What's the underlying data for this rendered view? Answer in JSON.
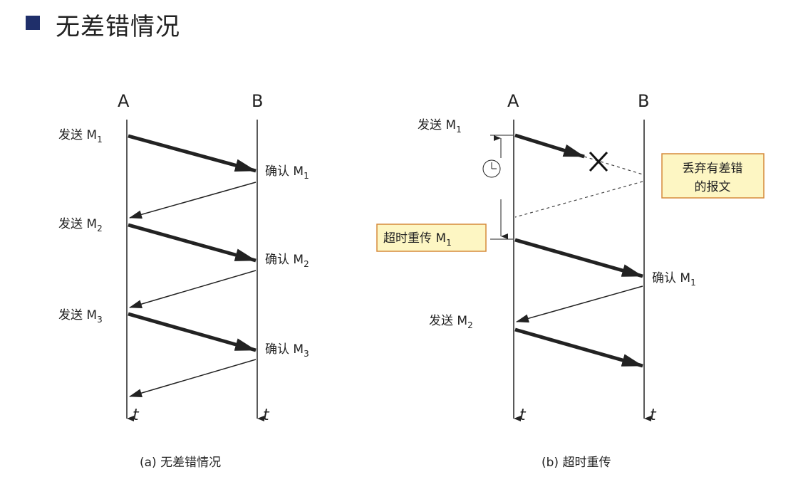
{
  "title": "无差错情况",
  "colors": {
    "bullet": "#1f2f6a",
    "callout_bg": "#fdf6c3",
    "callout_border": "#d58a3a",
    "line": "#222222"
  },
  "diagram_a": {
    "caption": "(a) 无差错情况",
    "label_A": "A",
    "label_B": "B",
    "time_A": "t",
    "time_B": "t",
    "send1": "发送 M",
    "send1_sub": "1",
    "ack1": "确认 M",
    "ack1_sub": "1",
    "send2": "发送 M",
    "send2_sub": "2",
    "ack2": "确认 M",
    "ack2_sub": "2",
    "send3": "发送 M",
    "send3_sub": "3",
    "ack3": "确认 M",
    "ack3_sub": "3"
  },
  "diagram_b": {
    "caption": "(b) 超时重传",
    "label_A": "A",
    "label_B": "B",
    "time_A": "t",
    "time_B": "t",
    "send1": "发送 M",
    "send1_sub": "1",
    "discard_line1": "丢弃有差错",
    "discard_line2": "的报文",
    "retransmit": "超时重传 M",
    "retransmit_sub": "1",
    "ack1": "确认 M",
    "ack1_sub": "1",
    "send2": "发送 M",
    "send2_sub": "2"
  }
}
